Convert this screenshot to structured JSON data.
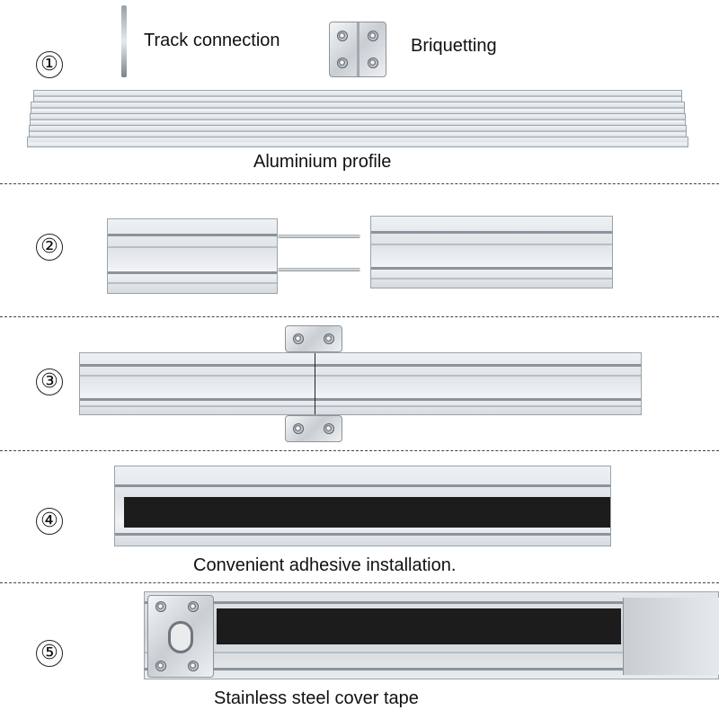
{
  "steps": [
    {
      "number": "①",
      "labels": [
        "Track connection",
        "Briquetting",
        "Aluminium profile"
      ]
    },
    {
      "number": "②"
    },
    {
      "number": "③"
    },
    {
      "number": "④",
      "labels": [
        "Convenient adhesive installation."
      ]
    },
    {
      "number": "⑤",
      "labels": [
        "Stainless steel cover tape"
      ]
    }
  ],
  "icons": [
    "track-rod-icon",
    "briquetting-plate-icon",
    "aluminium-profile-icon",
    "connector-plate-icon",
    "screw-icon"
  ]
}
